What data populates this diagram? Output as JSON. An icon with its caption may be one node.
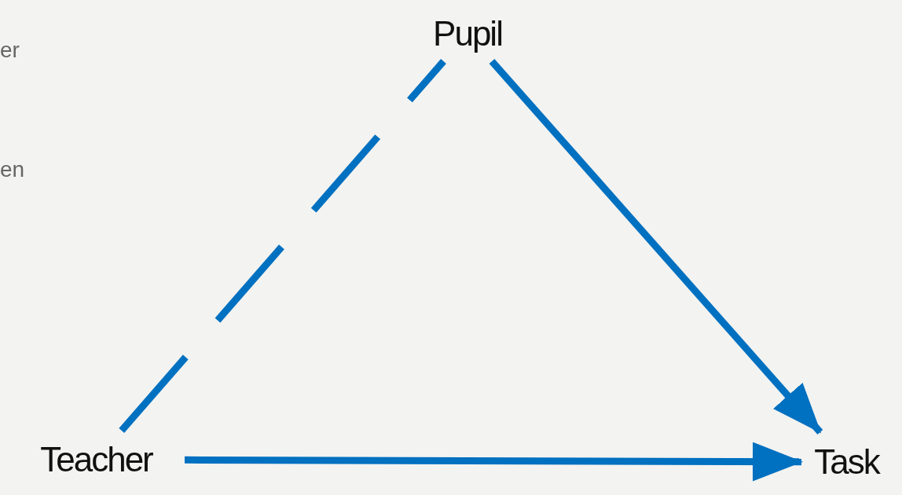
{
  "diagram": {
    "nodes": [
      {
        "text": [
          "Pupil"
        ]
      },
      {
        "text": [
          "Teacher"
        ]
      },
      {
        "text": [
          "Task"
        ]
      }
    ],
    "edges": [
      {
        "from": 1,
        "to": 0,
        "arrow": "none",
        "style": "dashed"
      },
      {
        "from": 0,
        "to": 2,
        "arrow": "to"
      },
      {
        "from": 1,
        "to": 2,
        "arrow": "to"
      }
    ],
    "labels": [
      "er",
      "en"
    ]
  }
}
